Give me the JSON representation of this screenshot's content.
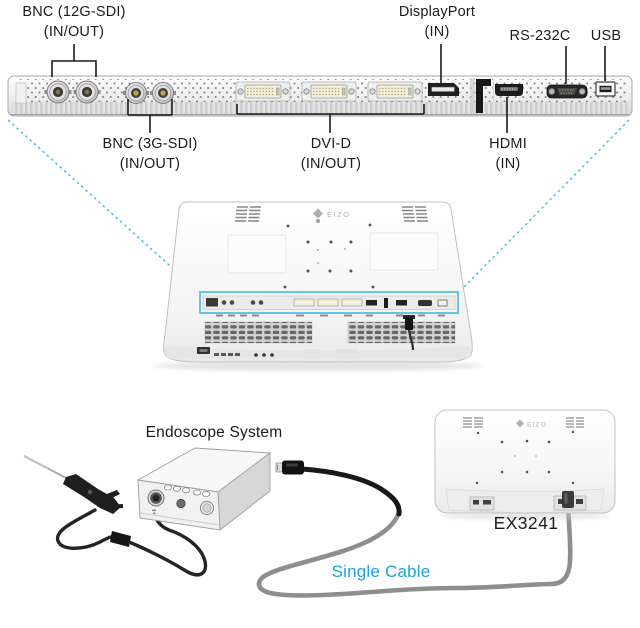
{
  "brand": "EIZO",
  "colors": {
    "accent_cyan": "#29a9dc",
    "callout_black": "#1a1a1a",
    "cable_gray": "#8e8e8e"
  },
  "port_labels": {
    "bnc_12g": {
      "line1": "BNC (12G-SDI)",
      "line2": "(IN/OUT)"
    },
    "bnc_3g": {
      "line1": "BNC (3G-SDI)",
      "line2": "(IN/OUT)"
    },
    "dvi_d": {
      "line1": "DVI-D",
      "line2": "(IN/OUT)"
    },
    "displayport": {
      "line1": "DisplayPort",
      "line2": "(IN)"
    },
    "hdmi": {
      "line1": "HDMI",
      "line2": "(IN)"
    },
    "rs_232c": {
      "label": "RS-232C"
    },
    "usb": {
      "label": "USB"
    }
  },
  "connection_diagram": {
    "source_label": "Endoscope System",
    "cable_label": "Single Cable",
    "monitor_model": "EX3241"
  }
}
